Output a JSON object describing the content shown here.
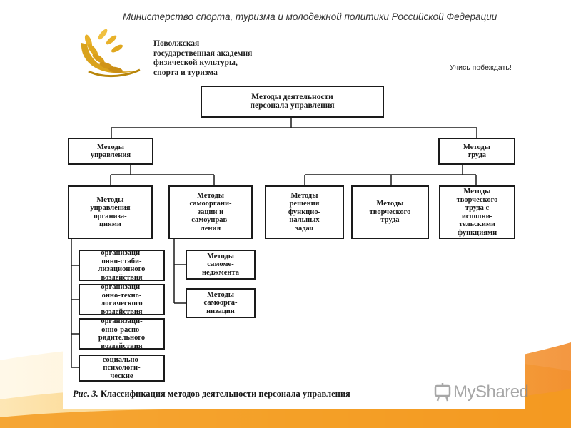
{
  "header": {
    "ministry": "Министерство спорта, туризма и молодежной политики Российской Федерации",
    "academy_lines": [
      "Поволжская",
      "государственная академия",
      "физической культуры,",
      "спорта и туризма"
    ],
    "slogan": "Учись побеждать!"
  },
  "diagram": {
    "root": "Методы деятельности\nперсонала управления",
    "management": "Методы\nуправления",
    "labor": "Методы\nтруда",
    "org_mgmt": "Методы\nуправления\nорганиза-\nциями",
    "self_org": "Методы\nсамооргани-\nзации и\nсамоуправ-\nления",
    "functional": "Методы\nрешения\nфункцио-\nнальных\nзадач",
    "creative": "Методы\nтворческого\nтруда",
    "creative_exec": "Методы\nтворческого\nтруда с\nисполни-\nтельскими\nфункциями",
    "org_sub": [
      "организаци-\nонно-стаби-\nлизационного\nвоздействия",
      "организаци-\nонно-техно-\nлогического\nвоздействия",
      "организаци-\nонно-распо-\nрядительного\nвоздействия",
      "социально-\nпсихологи-\nческие"
    ],
    "self_sub": [
      "Методы\nсамоме-\nнеджмента",
      "Методы\nсамоорга-\nнизации"
    ]
  },
  "caption": {
    "prefix": "Рис. 3.",
    "text": "Классификация методов деятельности персонала управления"
  },
  "watermark": "MyShared",
  "colors": {
    "accent_orange": "#f39a1e",
    "accent_yellow": "#f7c948",
    "gold": "#c8901a"
  }
}
